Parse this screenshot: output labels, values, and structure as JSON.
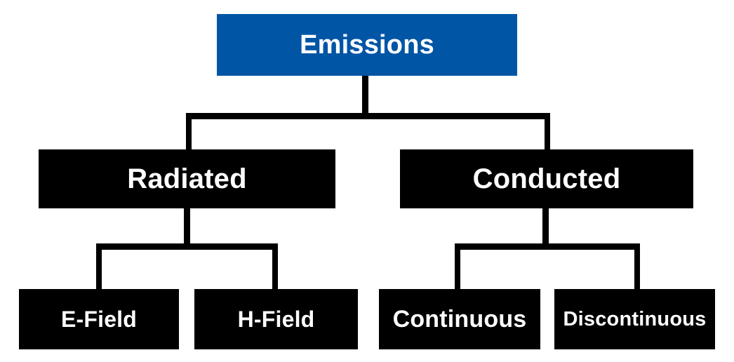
{
  "diagram": {
    "type": "hierarchy-tree",
    "title": "Emissions",
    "colors": {
      "root_fill": "#0055a5",
      "node_fill": "#000000",
      "text": "#ffffff",
      "connector": "#000000",
      "background": "#ffffff"
    },
    "nodes": {
      "root": {
        "label": "Emissions",
        "level": 0
      },
      "radiated": {
        "label": "Radiated",
        "level": 1
      },
      "conducted": {
        "label": "Conducted",
        "level": 1
      },
      "e_field": {
        "label": "E-Field",
        "level": 2
      },
      "h_field": {
        "label": "H-Field",
        "level": 2
      },
      "continuous": {
        "label": "Continuous",
        "level": 2
      },
      "discontinuous": {
        "label": "Discontinuous",
        "level": 2
      }
    },
    "edges": [
      {
        "from": "Emissions",
        "to": "Radiated"
      },
      {
        "from": "Emissions",
        "to": "Conducted"
      },
      {
        "from": "Radiated",
        "to": "E-Field"
      },
      {
        "from": "Radiated",
        "to": "H-Field"
      },
      {
        "from": "Conducted",
        "to": "Continuous"
      },
      {
        "from": "Conducted",
        "to": "Discontinuous"
      }
    ]
  }
}
